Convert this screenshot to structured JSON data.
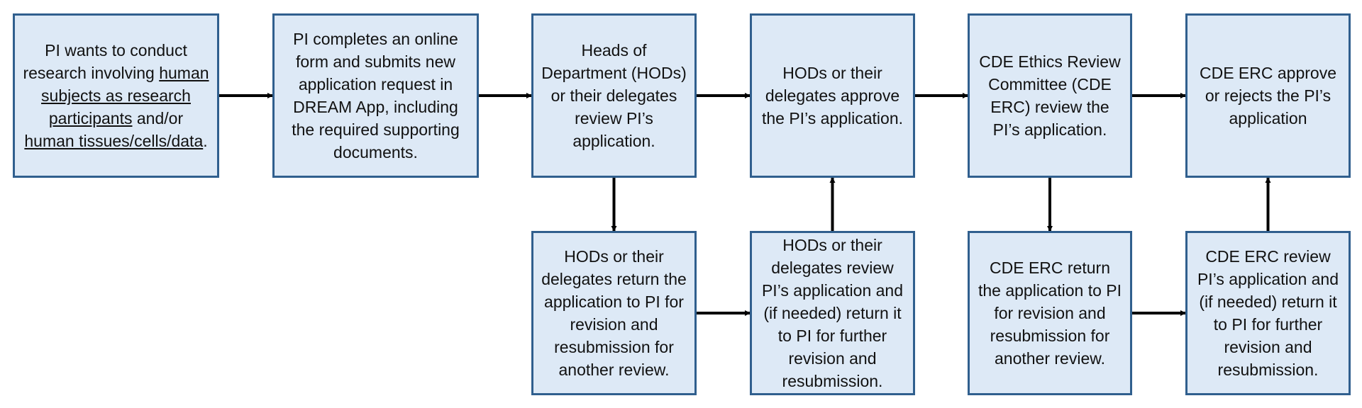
{
  "colors": {
    "box_fill": "#dde9f6",
    "box_border": "#305f8e",
    "arrow": "#000000",
    "text": "#111111"
  },
  "nodes": {
    "n1": {
      "parts": [
        {
          "text": "PI wants to conduct research involving "
        },
        {
          "text": "human subjects as research participants",
          "underline": true
        },
        {
          "text": " and/or "
        },
        {
          "text": "human tissues/cells/data",
          "underline": true
        },
        {
          "text": "."
        }
      ]
    },
    "n2": {
      "parts": [
        {
          "text": "PI completes an online form and submits new application request in DREAM App, including the required supporting documents."
        }
      ]
    },
    "n3": {
      "parts": [
        {
          "text": "Heads of Department (HODs) or their delegates review PI’s application."
        }
      ]
    },
    "n4": {
      "parts": [
        {
          "text": "HODs or their delegates approve the PI’s application."
        }
      ]
    },
    "n5": {
      "parts": [
        {
          "text": "CDE Ethics Review Committee (CDE ERC) review the PI’s application."
        }
      ]
    },
    "n6": {
      "parts": [
        {
          "text": "CDE ERC approve or rejects the PI’s application"
        }
      ]
    },
    "n7": {
      "parts": [
        {
          "text": "HODs or their delegates return the application to PI for revision and resubmission for another review."
        }
      ]
    },
    "n8": {
      "parts": [
        {
          "text": "HODs or their delegates review PI’s application and (if needed) return it to PI for further revision and resubmission."
        }
      ]
    },
    "n9": {
      "parts": [
        {
          "text": "CDE ERC return the application to PI for revision and resubmission for another review."
        }
      ]
    },
    "n10": {
      "parts": [
        {
          "text": "CDE ERC review PI’s application and (if needed) return it to PI for further revision and resubmission."
        }
      ]
    }
  },
  "edges": [
    {
      "from": "n1",
      "to": "n2"
    },
    {
      "from": "n2",
      "to": "n3"
    },
    {
      "from": "n3",
      "to": "n4"
    },
    {
      "from": "n4",
      "to": "n5"
    },
    {
      "from": "n5",
      "to": "n6"
    },
    {
      "from": "n3",
      "to": "n7"
    },
    {
      "from": "n7",
      "to": "n8"
    },
    {
      "from": "n8",
      "to": "n4"
    },
    {
      "from": "n5",
      "to": "n9"
    },
    {
      "from": "n9",
      "to": "n10"
    },
    {
      "from": "n10",
      "to": "n6"
    }
  ]
}
